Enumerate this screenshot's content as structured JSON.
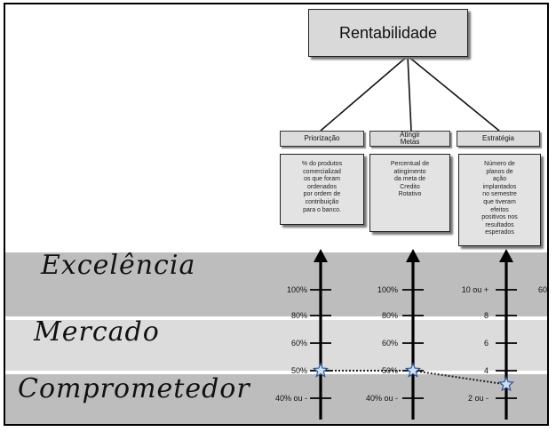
{
  "diagram": {
    "root": "Rentabilidade",
    "children": [
      {
        "label": "Priorização",
        "description": "% do produtos\ncomercializad\nos que foram\nordenados\npor ordem de\ncontribuição\npara o banco."
      },
      {
        "label": "Atingir\nMetas",
        "description": "Percentual de\natingimento\nda meta de\nCredito\nRotativo"
      },
      {
        "label": "Estratégia",
        "description": "Número de\nplanos de\nação\nimplantados\nno semestre\nque tiveram\nefeitos\npositivos nos\nresultados\nesperados"
      }
    ],
    "bands": [
      "Excelência",
      "Mercado",
      "Comprometedor"
    ],
    "scales": [
      {
        "ticks": [
          "100%",
          "80%",
          "60%",
          "50%",
          "40% ou -"
        ],
        "marker": "50%"
      },
      {
        "ticks": [
          "100%",
          "80%",
          "60%",
          "50%",
          "40% ou -"
        ],
        "marker": "50%"
      },
      {
        "ticks": [
          "10 ou +",
          "8",
          "6",
          "4",
          "2 ou -"
        ],
        "marker": "3"
      }
    ],
    "clipped_tick": "60"
  },
  "colors": {
    "band_dark": "#bdbdbd",
    "band_light": "#dcdcdc",
    "marker_fill": "#cfe0f5",
    "marker_stroke": "#2f5597"
  }
}
